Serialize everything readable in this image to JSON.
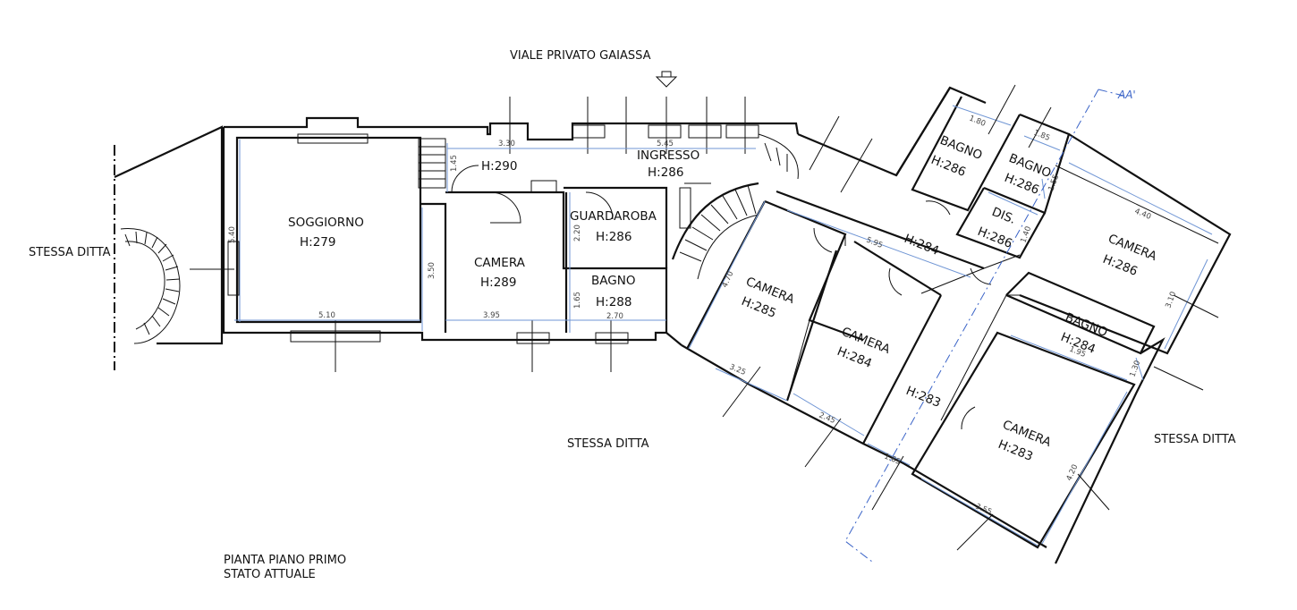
{
  "labels": {
    "street": "VIALE PRIVATO GAIASSA",
    "neighbor_left": "STESSA DITTA",
    "neighbor_bottom": "STESSA DITTA",
    "neighbor_right": "STESSA DITTA",
    "title_line1": "PIANTA PIANO PRIMO",
    "title_line2": "STATO ATTUALE",
    "section_mark": "AA'"
  },
  "rooms": [
    {
      "name": "SOGGIORNO",
      "height": "H:279"
    },
    {
      "name": "",
      "height": "H:290"
    },
    {
      "name": "INGRESSO",
      "height": "H:286"
    },
    {
      "name": "CAMERA",
      "height": "H:289"
    },
    {
      "name": "GUARDAROBA",
      "height": "H:286"
    },
    {
      "name": "BAGNO",
      "height": "H:288"
    },
    {
      "name": "CAMERA",
      "height": "H:285"
    },
    {
      "name": "CAMERA",
      "height": "H:284"
    },
    {
      "name": "",
      "height": "H:284"
    },
    {
      "name": "",
      "height": "H:283"
    },
    {
      "name": "BAGNO",
      "height": "H:286"
    },
    {
      "name": "BAGNO",
      "height": "H:286"
    },
    {
      "name": "DIS.",
      "height": "H:286"
    },
    {
      "name": "CAMERA",
      "height": "H:286"
    },
    {
      "name": "BAGNO",
      "height": "H:284"
    },
    {
      "name": "CAMERA",
      "height": "H:283"
    }
  ],
  "dimensions": [
    "5.40",
    "5.10",
    "3.50",
    "3.95",
    "3.30",
    "1.45",
    "5.45",
    "2.20",
    "1.65",
    "2.70",
    "4.70",
    "3.25",
    "5.95",
    "2.45",
    "1.65",
    "1.80",
    "1.85",
    "1.55",
    "1.40",
    "4.40",
    "3.10",
    "1.95",
    "1.30",
    "4.20",
    "3.55"
  ]
}
